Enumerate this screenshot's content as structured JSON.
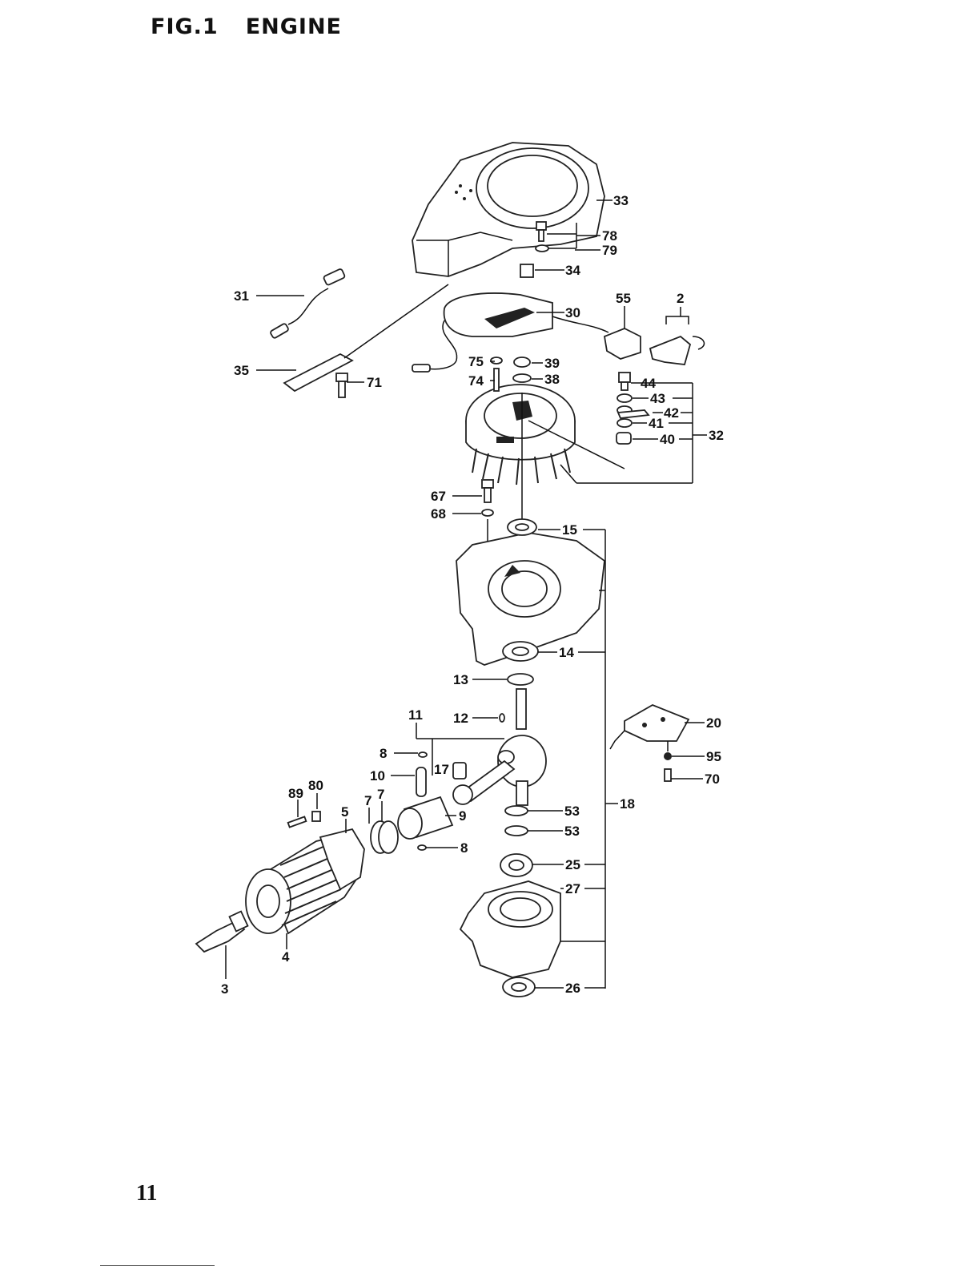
{
  "figure": {
    "number": "FIG.1",
    "title": "ENGINE"
  },
  "page_number": "11",
  "callouts": {
    "c2": "2",
    "c3": "3",
    "c4": "4",
    "c5": "5",
    "c7a": "7",
    "c7b": "7",
    "c8a": "8",
    "c8b": "8",
    "c9": "9",
    "c10": "10",
    "c11": "11",
    "c12": "12",
    "c13": "13",
    "c14": "14",
    "c15": "15",
    "c17": "17",
    "c18": "18",
    "c20": "20",
    "c25": "25",
    "c26": "26",
    "c27": "27",
    "c30": "30",
    "c31": "31",
    "c32": "32",
    "c33": "33",
    "c34": "34",
    "c35": "35",
    "c38": "38",
    "c39": "39",
    "c40": "40",
    "c41": "41",
    "c42": "42",
    "c43": "43",
    "c44": "44",
    "c53a": "53",
    "c53b": "53",
    "c55": "55",
    "c67": "67",
    "c68": "68",
    "c70": "70",
    "c71": "71",
    "c74": "74",
    "c75": "75",
    "c78": "78",
    "c79": "79",
    "c80": "80",
    "c89": "89",
    "c95": "95"
  }
}
